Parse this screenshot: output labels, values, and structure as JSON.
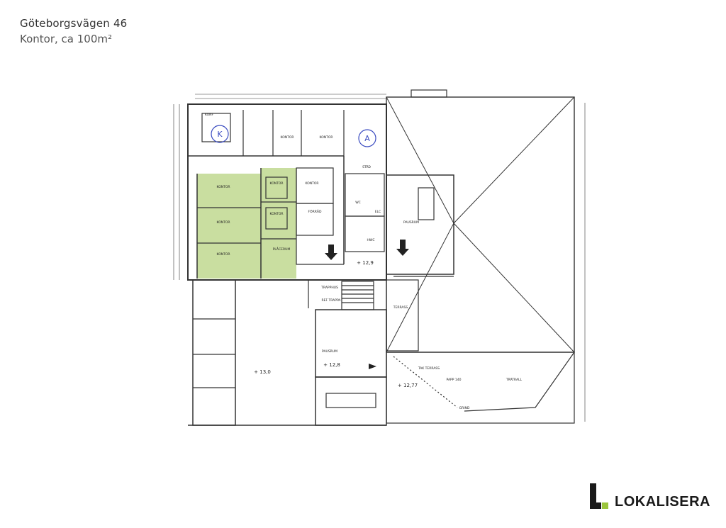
{
  "header": {
    "title": "Göteborgsvägen 46",
    "subtitle": "Kontor, ca 100m²"
  },
  "floorplan": {
    "highlight_color": "#c9dea0",
    "room_labels": {
      "konf": "KONF",
      "kontor_top1": "KONTOR",
      "kontor_top2": "KONTOR",
      "stad": "STÄD",
      "kontor_left1": "KONTOR",
      "kontor_left2": "KONTOR",
      "kontor_left3": "KONTOR",
      "kontor_mid1": "KONTOR",
      "kontor_mid2": "KONTOR",
      "kontor_mid3": "KONTOR",
      "forrad": "FÖRRÅD",
      "placerum": "PLÅCERUM",
      "wc": "WC",
      "hwc": "HWC",
      "elc": "ELC",
      "trapphus": "TRAPPHUS",
      "ref_trappa": "REF TRAPPA",
      "terrass": "TERRASS",
      "pausrum_top": "PAUSRUM",
      "pausrum_bottom": "PAUSRUM",
      "tak_terrass": "TAK TERRASS",
      "papp": "PAPP 140",
      "tratrall": "TRÄTRALL",
      "grind": "GRIND"
    },
    "levels": {
      "level_1": "+ 12,9",
      "level_2": "+ 13,0",
      "level_3": "+ 12,8",
      "level_4": "+ 12,77"
    },
    "markers": {
      "k": "K",
      "a": "A"
    }
  },
  "brand": {
    "name": "LOKALISERA",
    "accent_color": "#9bc53d"
  }
}
